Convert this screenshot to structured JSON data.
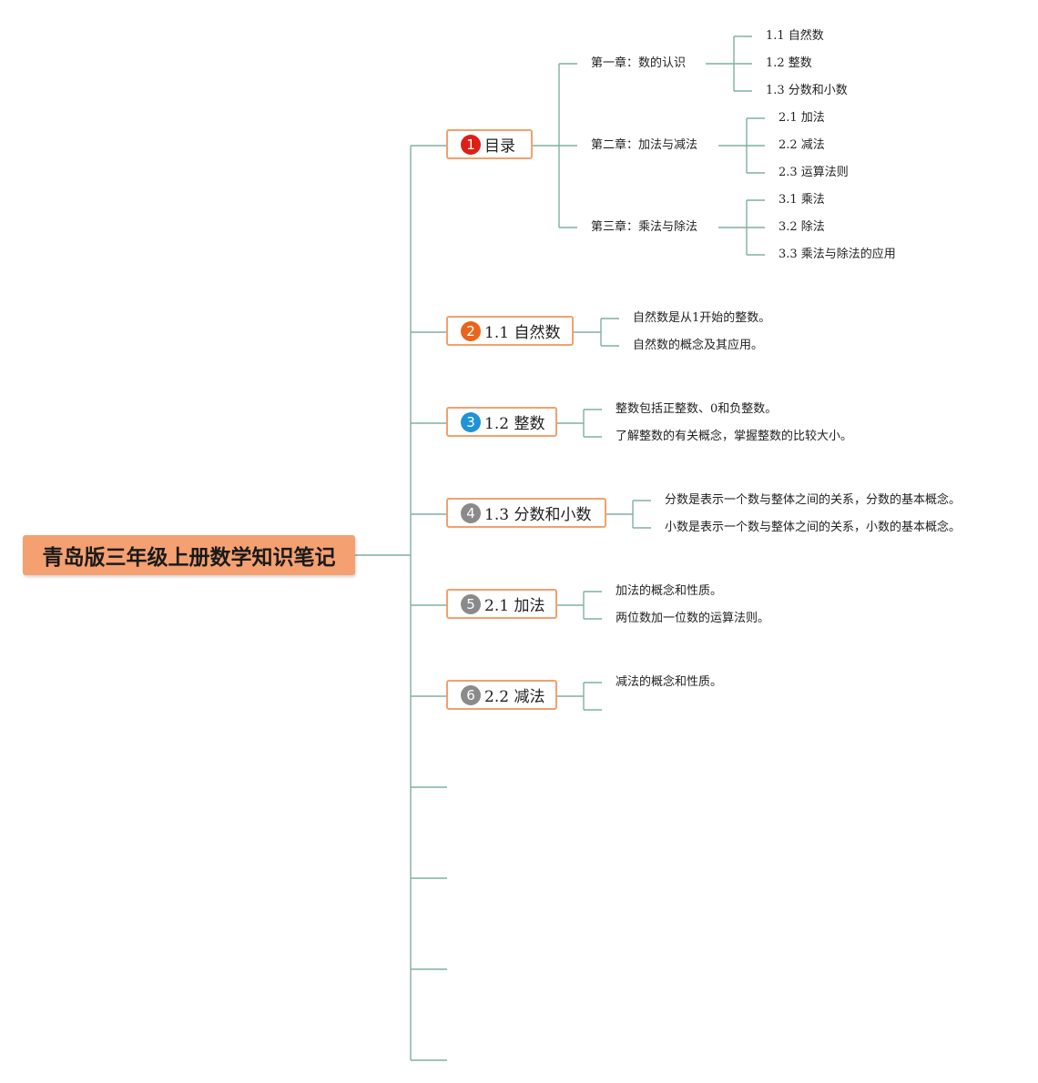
{
  "root": {
    "title": "青岛版三年级上册数学知识笔记"
  },
  "topics": [
    {
      "num": "1",
      "label": "目录",
      "color": "#dd1f16"
    },
    {
      "num": "2",
      "label": "1.1 自然数",
      "color": "#e8651c"
    },
    {
      "num": "3",
      "label": "1.2 整数",
      "color": "#1f93d6"
    },
    {
      "num": "4",
      "label": "1.3 分数和小数",
      "color": "#8a8a8a"
    },
    {
      "num": "5",
      "label": "2.1 加法",
      "color": "#8a8a8a"
    },
    {
      "num": "6",
      "label": "2.2 减法",
      "color": "#8a8a8a"
    }
  ],
  "toc": [
    {
      "label": "第一章：数的认识",
      "items": [
        "1.1 自然数",
        "1.2 整数",
        "1.3 分数和小数"
      ]
    },
    {
      "label": "第二章：加法与减法",
      "items": [
        "2.1 加法",
        "2.2 减法",
        "2.3 运算法则"
      ]
    },
    {
      "label": "第三章：乘法与除法",
      "items": [
        "3.1 乘法",
        "3.2 除法",
        "3.3 乘法与除法的应用"
      ]
    }
  ],
  "notes": [
    [
      "自然数是从1开始的整数。",
      "自然数的概念及其应用。"
    ],
    [
      "整数包括正整数、0和负整数。",
      "了解整数的有关概念，掌握整数的比较大小。"
    ],
    [
      "分数是表示一个数与整体之间的关系，分数的基本概念。",
      "小数是表示一个数与整体之间的关系，小数的基本概念。"
    ],
    [
      "加法的概念和性质。",
      "两位数加一位数的运算法则。"
    ],
    [
      "减法的概念和性质。",
      ""
    ]
  ],
  "colors": {
    "line": "#7fb0a0",
    "border": "#f3a06c",
    "root_fill": "#f4a070"
  }
}
